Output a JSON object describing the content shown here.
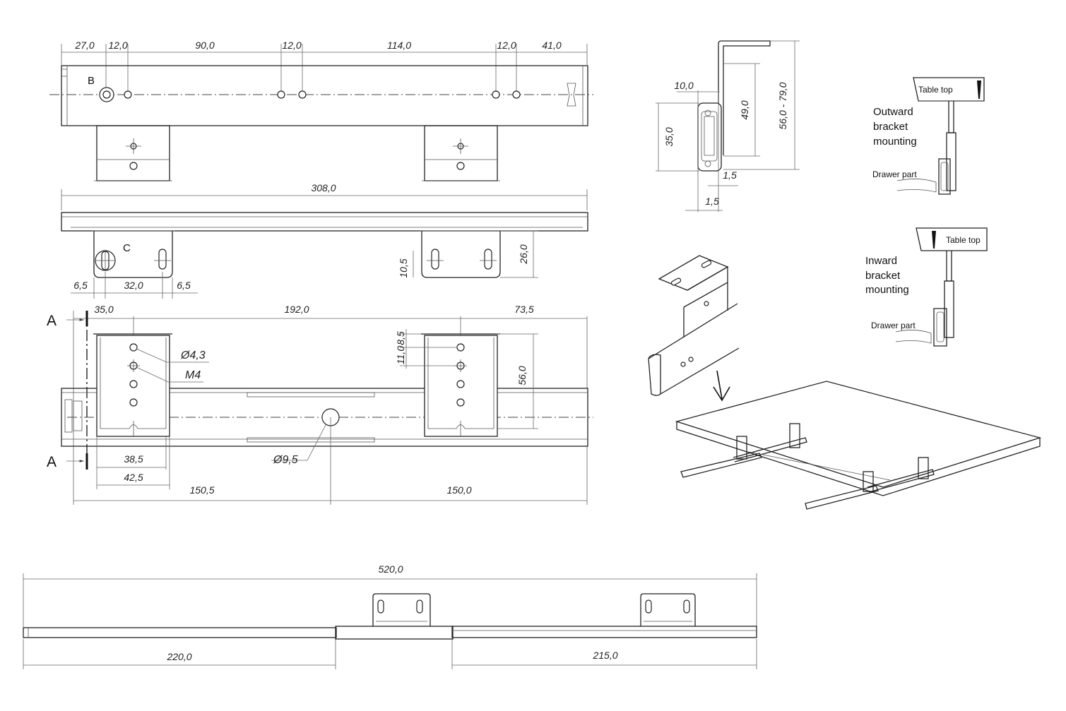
{
  "top_view": {
    "dims": [
      "27,0",
      "12,0",
      "90,0",
      "12,0",
      "114,0",
      "12,0",
      "41,0"
    ],
    "marker": "B"
  },
  "side_view": {
    "length": "308,0",
    "marker": "C",
    "height_bracket": "26,0",
    "slot_offset": "10,5",
    "bottom_dims": [
      "6,5",
      "32,0",
      "6,5"
    ]
  },
  "front_view": {
    "section_marker": "A",
    "top_dims": [
      "35,0",
      "192,0",
      "73,5"
    ],
    "hole_dia": "Ø4,3",
    "thread": "M4",
    "slot_v1": "8,5",
    "slot_v2": "11,0",
    "bracket_height": "56,0",
    "center_hole": "Ø9,5",
    "lower_dims": [
      "38,5",
      "42,5"
    ],
    "bottom_dims": [
      "150,5",
      "150,0"
    ]
  },
  "extended_view": {
    "total": "520,0",
    "left": "220,0",
    "right": "215,0"
  },
  "section_view": {
    "dims": [
      "10,0",
      "35,0",
      "49,0",
      "56,0 - 79,0",
      "1,5",
      "1,5"
    ]
  },
  "mounting": {
    "outward_title": "Outward bracket mounting",
    "inward_title": "Inward bracket mounting",
    "table_top": "Table top",
    "drawer_part": "Drawer part"
  }
}
